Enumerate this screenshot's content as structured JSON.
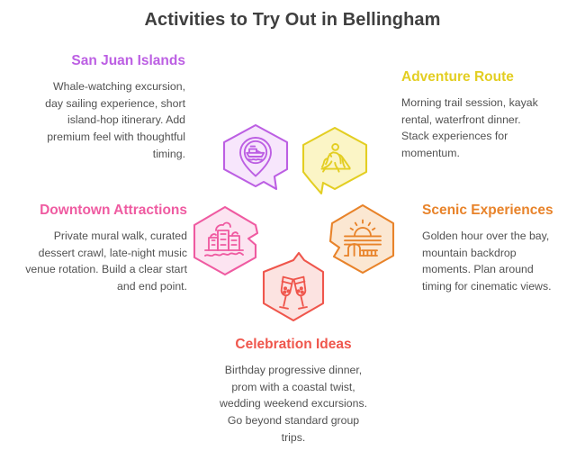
{
  "title": "Activities to Try Out in Bellingham",
  "colors": {
    "background": "#ffffff",
    "title": "#3f3f3f",
    "body_text": "#515151",
    "purple": "#bc5fe3",
    "yellow": "#e3ce22",
    "pink": "#ef5ba1",
    "orange": "#e8832a",
    "coral": "#ef564c",
    "purple_fill": "#f7e6fc",
    "yellow_fill": "#fbf5c6",
    "pink_fill": "#fce4f1",
    "orange_fill": "#fbe7d2",
    "coral_fill": "#fce3e1"
  },
  "sections": [
    {
      "id": "san-juan",
      "heading": "San Juan Islands",
      "body": "Whale-watching excursion, day sailing experience, short island-hop itinerary. Add premium feel with thoughtful timing.",
      "color": "#bc5fe3",
      "align": "right",
      "icon": "boat-map-pin-icon"
    },
    {
      "id": "adventure",
      "heading": "Adventure Route",
      "body": "Morning trail session, kayak rental, waterfront dinner. Stack experiences for momentum.",
      "color": "#e3ce22",
      "align": "left",
      "icon": "hiker-icon"
    },
    {
      "id": "downtown",
      "heading": "Downtown Attractions",
      "body": "Private mural walk, curated dessert crawl, late-night music venue rotation. Build a clear start and end point.",
      "color": "#ef5ba1",
      "align": "right",
      "icon": "waterfront-buildings-icon"
    },
    {
      "id": "scenic",
      "heading": "Scenic Experiences",
      "body": "Golden hour over the bay, mountain backdrop moments. Plan around timing for cinematic views.",
      "color": "#e8832a",
      "align": "left",
      "icon": "sunset-landscape-icon"
    },
    {
      "id": "celebration",
      "heading": "Celebration Ideas",
      "body": "Birthday progressive dinner, prom with a coastal twist, wedding weekend excursions. Go beyond standard group trips.",
      "color": "#ef564c",
      "align": "center",
      "icon": "champagne-toast-icon"
    }
  ]
}
